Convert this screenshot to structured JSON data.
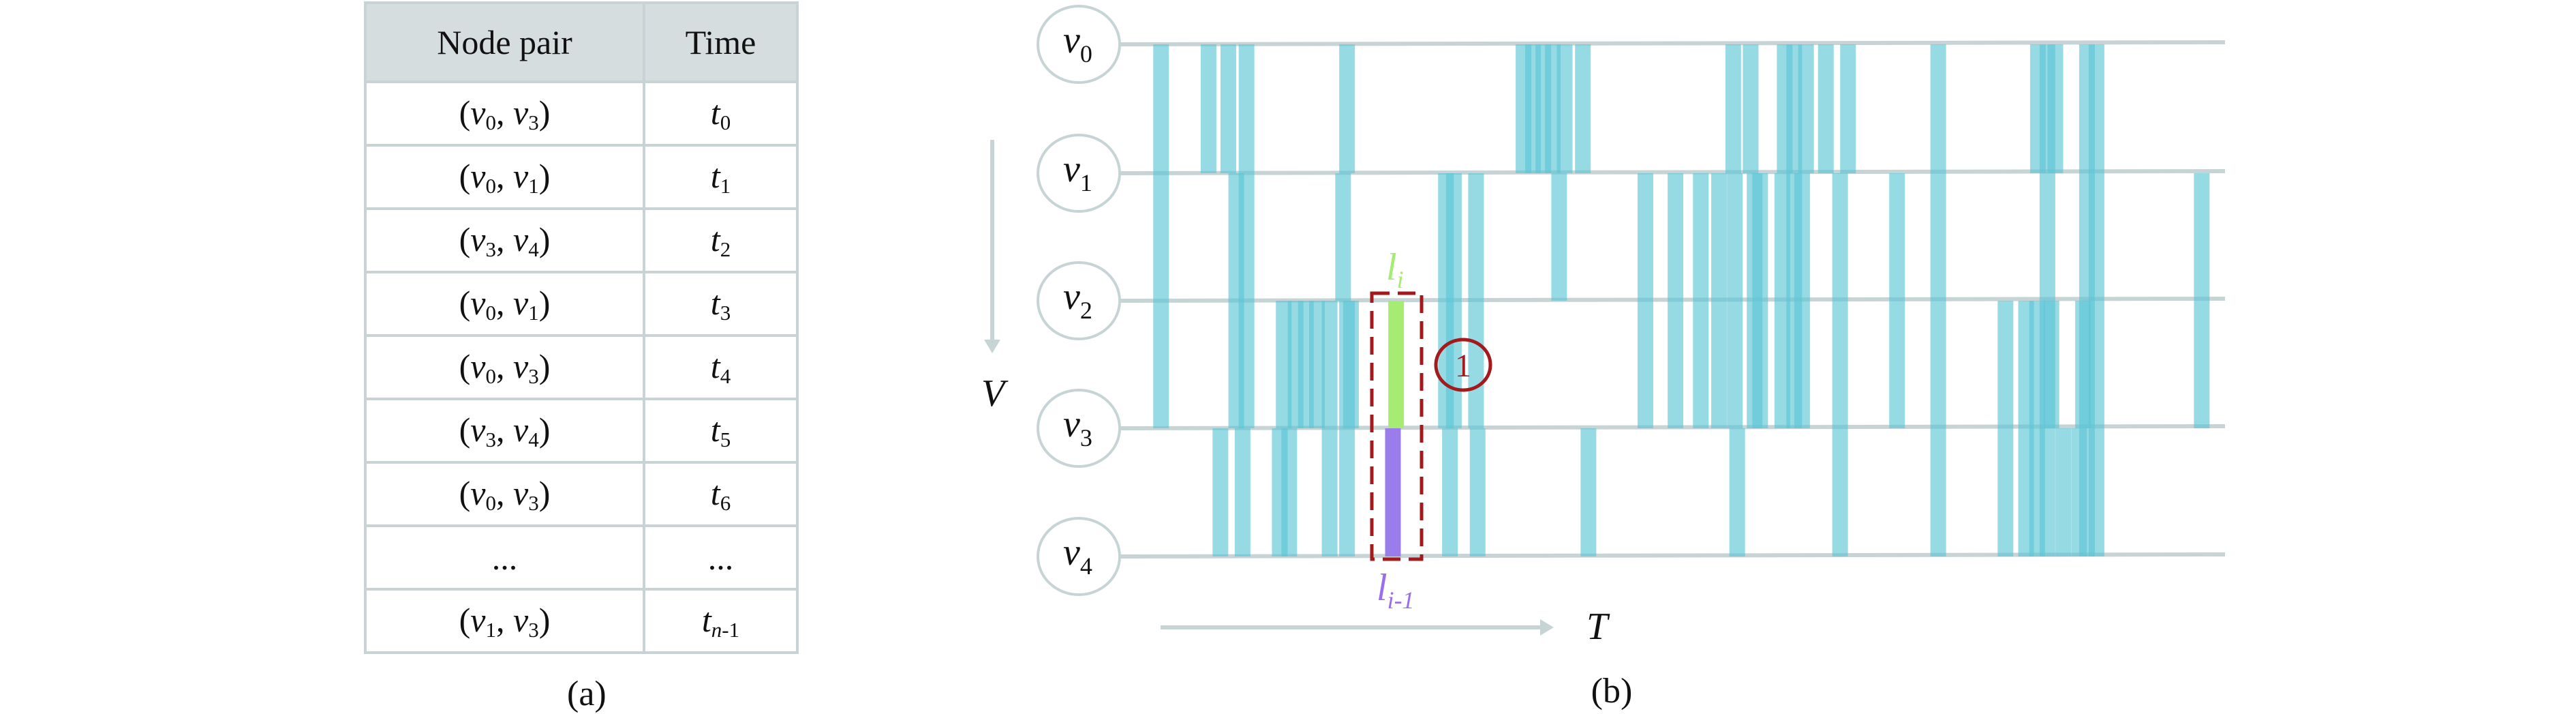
{
  "table": {
    "headers": [
      "Node pair",
      "Time"
    ],
    "rows": [
      {
        "a": "v",
        "a_sub": "0",
        "b": "v",
        "b_sub": "3",
        "t": "t",
        "t_sub": "0"
      },
      {
        "a": "v",
        "a_sub": "0",
        "b": "v",
        "b_sub": "1",
        "t": "t",
        "t_sub": "1"
      },
      {
        "a": "v",
        "a_sub": "3",
        "b": "v",
        "b_sub": "4",
        "t": "t",
        "t_sub": "2"
      },
      {
        "a": "v",
        "a_sub": "0",
        "b": "v",
        "b_sub": "1",
        "t": "t",
        "t_sub": "3"
      },
      {
        "a": "v",
        "a_sub": "0",
        "b": "v",
        "b_sub": "3",
        "t": "t",
        "t_sub": "4"
      },
      {
        "a": "v",
        "a_sub": "3",
        "b": "v",
        "b_sub": "4",
        "t": "t",
        "t_sub": "5"
      },
      {
        "a": "v",
        "a_sub": "0",
        "b": "v",
        "b_sub": "3",
        "t": "t",
        "t_sub": "6"
      }
    ],
    "ellipsis": [
      "...",
      "..."
    ],
    "last_row": {
      "a": "v",
      "a_sub": "1",
      "b": "v",
      "b_sub": "3",
      "t": "t",
      "t_sub": "n",
      "t_sub_rest": "-1"
    },
    "caption": "(a)"
  },
  "timeline": {
    "nodes": [
      {
        "label": "v",
        "sub": "0"
      },
      {
        "label": "v",
        "sub": "1"
      },
      {
        "label": "v",
        "sub": "2"
      },
      {
        "label": "v",
        "sub": "3"
      },
      {
        "label": "v",
        "sub": "4"
      }
    ],
    "axis_v_label": "V",
    "axis_t_label": "T",
    "caption": "(b)",
    "highlight_top_label": "l",
    "highlight_top_sub": "i",
    "highlight_bottom_label": "l",
    "highlight_bottom_sub": "i-1",
    "step_marker": "1",
    "colors": {
      "edge": "#5ec6d6",
      "line": "#c7d4d6",
      "li": "#a6ec72",
      "li_1": "#9a7ceb",
      "box": "#a3191c"
    },
    "edges": [
      [
        175,
        0,
        3
      ],
      [
        235,
        0,
        1
      ],
      [
        260,
        0,
        1
      ],
      [
        283,
        0,
        1
      ],
      [
        270,
        1,
        3
      ],
      [
        283,
        1,
        3
      ],
      [
        410,
        0,
        1
      ],
      [
        405,
        1,
        2
      ],
      [
        633,
        0,
        1
      ],
      [
        645,
        0,
        1
      ],
      [
        658,
        0,
        1
      ],
      [
        670,
        0,
        1
      ],
      [
        685,
        0,
        1
      ],
      [
        678,
        1,
        2
      ],
      [
        708,
        0,
        1
      ],
      [
        535,
        1,
        3
      ],
      [
        545,
        1,
        3
      ],
      [
        573,
        1,
        3
      ],
      [
        787,
        1,
        3
      ],
      [
        825,
        1,
        3
      ],
      [
        857,
        1,
        3
      ],
      [
        880,
        1,
        3
      ],
      [
        900,
        1,
        3
      ],
      [
        903,
        3,
        4
      ],
      [
        925,
        1,
        3
      ],
      [
        932,
        1,
        3
      ],
      [
        898,
        0,
        1
      ],
      [
        920,
        0,
        1
      ],
      [
        963,
        0,
        1
      ],
      [
        975,
        0,
        1
      ],
      [
        990,
        0,
        1
      ],
      [
        960,
        1,
        3
      ],
      [
        975,
        1,
        3
      ],
      [
        985,
        1,
        3
      ],
      [
        1015,
        0,
        1
      ],
      [
        1043,
        0,
        1
      ],
      [
        1033,
        1,
        3
      ],
      [
        1033,
        3,
        4
      ],
      [
        1105,
        1,
        3
      ],
      [
        1157,
        0,
        4
      ],
      [
        1283,
        0,
        1
      ],
      [
        1295,
        0,
        3
      ],
      [
        1305,
        0,
        1
      ],
      [
        1345,
        0,
        4
      ],
      [
        1357,
        0,
        4
      ],
      [
        1490,
        1,
        3
      ],
      [
        330,
        2,
        3
      ],
      [
        345,
        2,
        3
      ],
      [
        358,
        2,
        3
      ],
      [
        372,
        2,
        3
      ],
      [
        388,
        2,
        3
      ],
      [
        410,
        2,
        3
      ],
      [
        415,
        2,
        3
      ],
      [
        1242,
        2,
        3
      ],
      [
        1268,
        2,
        3
      ],
      [
        1282,
        2,
        3
      ],
      [
        1300,
        2,
        3
      ],
      [
        1340,
        2,
        3
      ],
      [
        250,
        3,
        4
      ],
      [
        278,
        3,
        4
      ],
      [
        325,
        3,
        4
      ],
      [
        337,
        3,
        4
      ],
      [
        388,
        3,
        4
      ],
      [
        410,
        3,
        4
      ],
      [
        540,
        3,
        4
      ],
      [
        575,
        3,
        4
      ],
      [
        715,
        3,
        4
      ],
      [
        1242,
        3,
        4
      ],
      [
        1268,
        3,
        4
      ],
      [
        1282,
        3,
        4
      ],
      [
        1295,
        3,
        4
      ],
      [
        1315,
        3,
        4
      ],
      [
        1335,
        3,
        4
      ]
    ],
    "highlight_edges": [
      [
        472,
        2,
        3,
        "li"
      ],
      [
        468,
        3,
        4,
        "li_1"
      ]
    ]
  }
}
